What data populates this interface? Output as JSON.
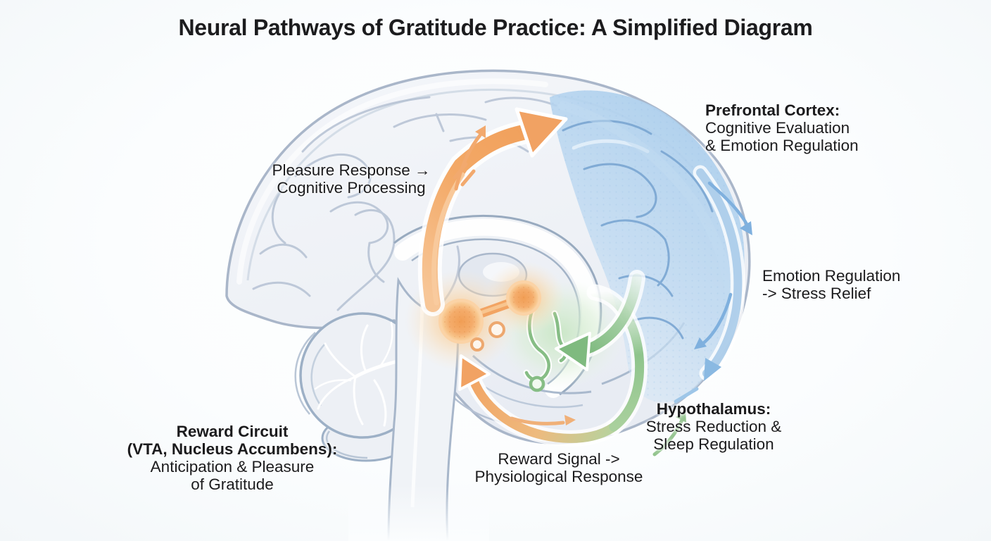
{
  "title": "Neural Pathways of Gratitude Practice: A Simplified Diagram",
  "labels": {
    "pleasure_response": {
      "lines": [
        "Pleasure Response →",
        "Cognitive Processing"
      ]
    },
    "prefrontal_cortex": {
      "heading": "Prefrontal Cortex:",
      "lines": [
        "Cognitive Evaluation",
        "& Emotion Regulation"
      ]
    },
    "emotion_regulation": {
      "lines": [
        "Emotion Regulation",
        "-> Stress Relief"
      ]
    },
    "hypothalamus": {
      "heading": "Hypothalamus:",
      "lines": [
        "Stress Reduction &",
        "Sleep Regulation"
      ]
    },
    "reward_circuit": {
      "heading_lines": [
        "Reward Circuit",
        "(VTA, Nucleus Accumbens):"
      ],
      "lines": [
        "Anticipation & Pleasure",
        "of Gratitude"
      ]
    },
    "reward_signal": {
      "lines": [
        "Reward Signal ->",
        "Physiological Response"
      ]
    }
  },
  "colors": {
    "background": "#f7fafb",
    "text": "#1b1b1d",
    "brain_outline": "#a9b6c9",
    "pathway_orange": "#f1a263",
    "pathway_green": "#7fba7f",
    "pathway_blue": "#7fb0de",
    "region_blue": "#aecfec",
    "region_green": "#c5e4c2",
    "glow_orange": "#f9c386"
  }
}
